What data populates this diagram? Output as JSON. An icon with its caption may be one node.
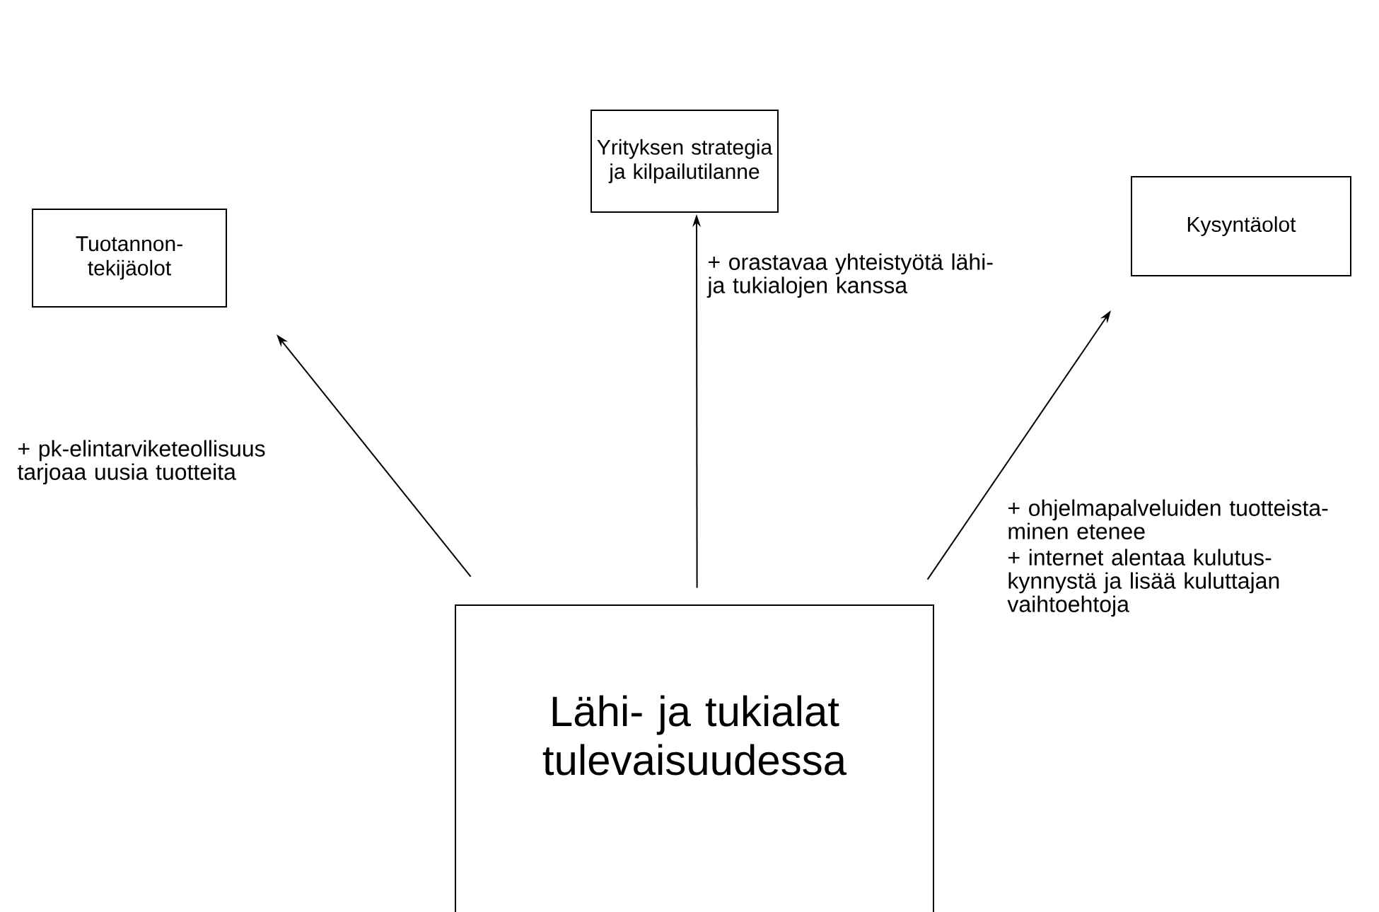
{
  "diagram": {
    "nodes": [
      {
        "text": [
          "Yrityksen strategia ja kilpailutilanne"
        ]
      },
      {
        "text": [
          "Tuotannon- tekijäolot"
        ]
      },
      {
        "text": [
          "Kysyntäolot"
        ]
      },
      {
        "text": [
          "Lähi- ja tukialat tulevaisuudessa"
        ]
      }
    ],
    "edges": [
      {
        "from": 3,
        "to": 1,
        "arrow": "to",
        "label": "+ pk-elintarviketeollisuus tarjoaa uusia tuotteita"
      },
      {
        "from": 3,
        "to": 0,
        "arrow": "to",
        "label": "+ orastavaa yhteistyötä lähi- ja tukialojen kanssa"
      },
      {
        "from": 3,
        "to": 2,
        "arrow": "to",
        "label": "+ ohjelmapalveluiden tuotteista- minen etenee"
      }
    ],
    "labels": [
      "+ internet alentaa kulutus- kynnystä ja lisää kuluttajan vaihtoehtoja"
    ]
  }
}
